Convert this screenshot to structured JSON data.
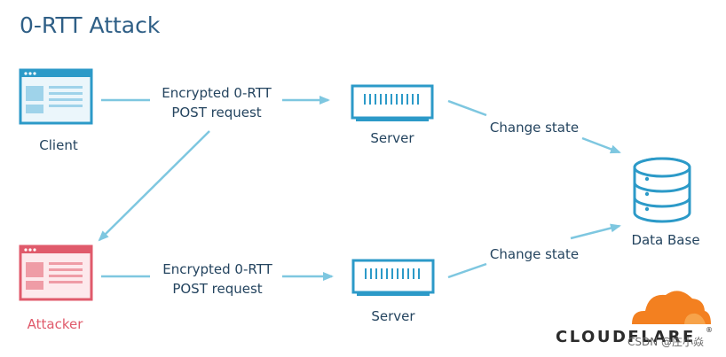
{
  "title": "0-RTT Attack",
  "colors": {
    "title": "#2f5f86",
    "text": "#24445f",
    "primary": "#2c9ac8",
    "primary_fill": "#ebf6fb",
    "primary_screen": "#9fd3ea",
    "attacker": "#e05a6b",
    "attacker_fill": "#fde9ec",
    "attacker_screen": "#ef9ca6",
    "arrow": "#7ec7e0",
    "cloud_orange": "#f38020",
    "cloud_light": "#f7a34a",
    "brand_text": "#2b2b2b",
    "watermark": "#666666"
  },
  "nodes": {
    "client": {
      "label": "Client"
    },
    "attacker": {
      "label": "Attacker"
    },
    "server_top": {
      "label": "Server"
    },
    "server_bottom": {
      "label": "Server"
    },
    "database": {
      "label": "Data Base"
    }
  },
  "edges": {
    "top_request": {
      "line1": "Encrypted 0-RTT",
      "line2": "POST request"
    },
    "bottom_request": {
      "line1": "Encrypted 0-RTT",
      "line2": "POST request"
    },
    "top_change": {
      "label": "Change state"
    },
    "bottom_change": {
      "label": "Change state"
    }
  },
  "brand": {
    "name": "CLOUDFLARE",
    "trademark": "®"
  },
  "watermark": "CSDN @庄小焱"
}
